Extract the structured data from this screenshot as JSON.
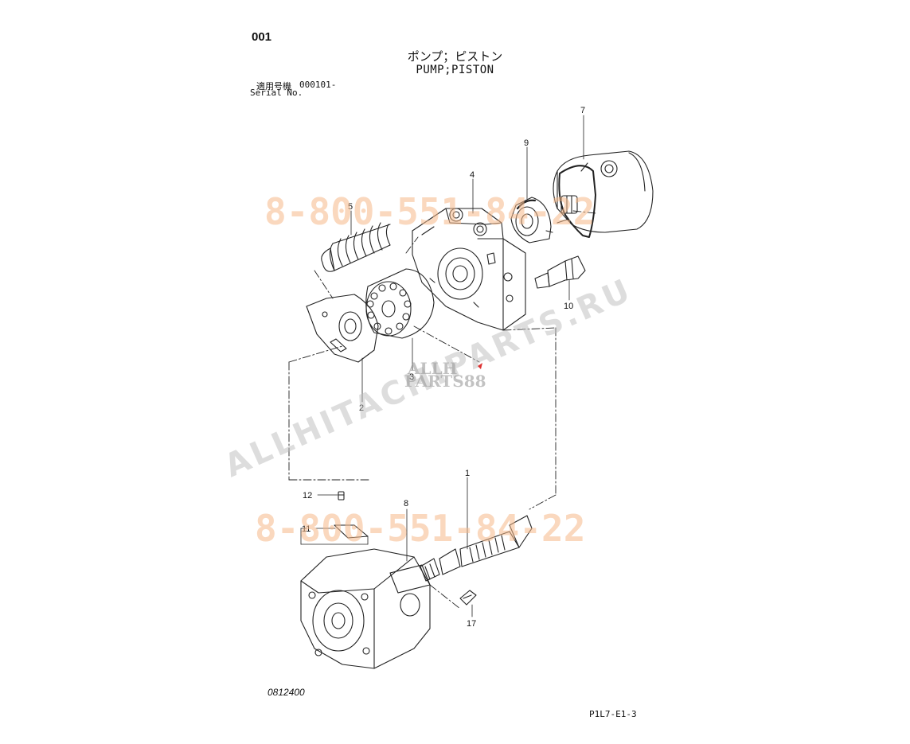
{
  "page_number": "001",
  "title": {
    "japanese": "ポンプ；ピストン",
    "english": "PUMP;PISTON"
  },
  "serial": {
    "label_ja": "適用号機",
    "value": "000101-",
    "label_en": "Serial No."
  },
  "drawing_number": "0812400",
  "sheet_reference": "P1L7-E1-3",
  "watermarks": {
    "phone": "8-800-551-84-22",
    "site": "ALLHITACHIPARTS.RU",
    "logo_top": "ALLH",
    "logo_bottom": "PARTS88"
  },
  "callouts": [
    {
      "id": "c1",
      "label": "1"
    },
    {
      "id": "c2",
      "label": "2"
    },
    {
      "id": "c3",
      "label": "3"
    },
    {
      "id": "c4",
      "label": "4"
    },
    {
      "id": "c5",
      "label": "5"
    },
    {
      "id": "c7",
      "label": "7"
    },
    {
      "id": "c8",
      "label": "8"
    },
    {
      "id": "c9",
      "label": "9"
    },
    {
      "id": "c10",
      "label": "10"
    },
    {
      "id": "c11",
      "label": "11"
    },
    {
      "id": "c12",
      "label": "12"
    },
    {
      "id": "c17",
      "label": "17"
    }
  ],
  "colors": {
    "line": "#222222",
    "watermark_phone": "#f6b98a",
    "watermark_site": "#bdbdbd"
  }
}
